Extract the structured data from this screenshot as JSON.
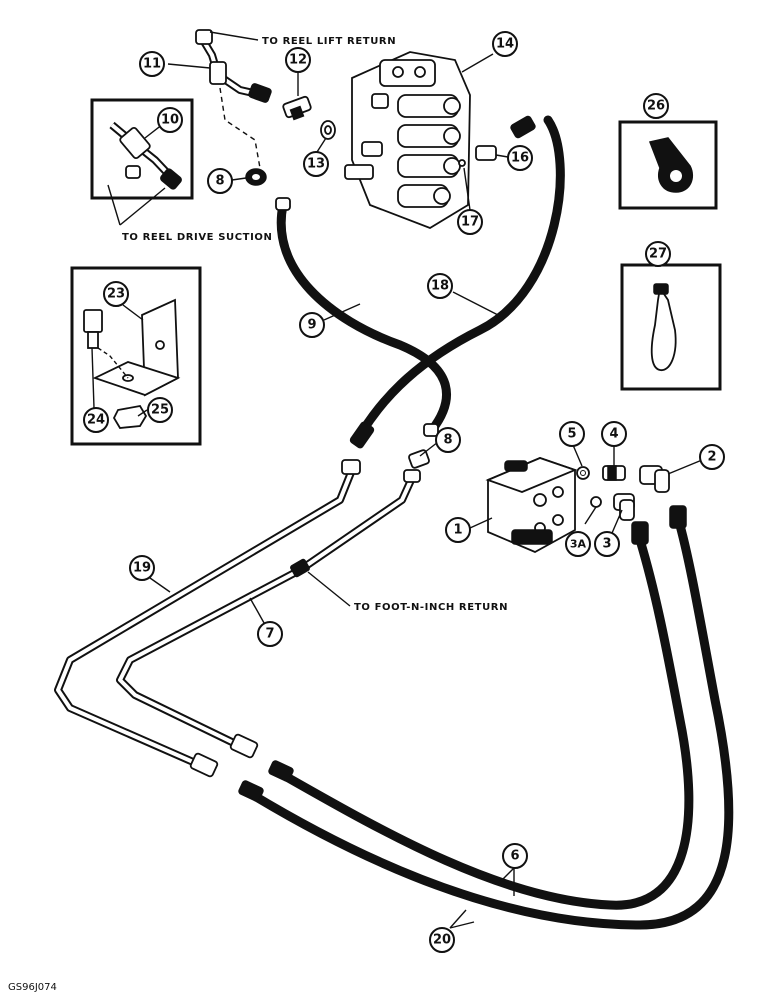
{
  "annotations": {
    "reel_lift_return": "TO REEL LIFT RETURN",
    "reel_drive_suction": "TO REEL DRIVE SUCTION",
    "foot_n_inch_return": "TO FOOT-N-INCH RETURN"
  },
  "figure_code": "GS96J074",
  "callouts": {
    "c1": "1",
    "c2": "2",
    "c3": "3",
    "c3a": "3A",
    "c4": "4",
    "c5": "5",
    "c6": "6",
    "c7": "7",
    "c8a": "8",
    "c8b": "8",
    "c9": "9",
    "c10": "10",
    "c11": "11",
    "c12": "12",
    "c13": "13",
    "c14": "14",
    "c16": "16",
    "c17": "17",
    "c18": "18",
    "c19": "19",
    "c20": "20",
    "c23": "23",
    "c24": "24",
    "c25": "25",
    "c26": "26",
    "c27": "27"
  }
}
